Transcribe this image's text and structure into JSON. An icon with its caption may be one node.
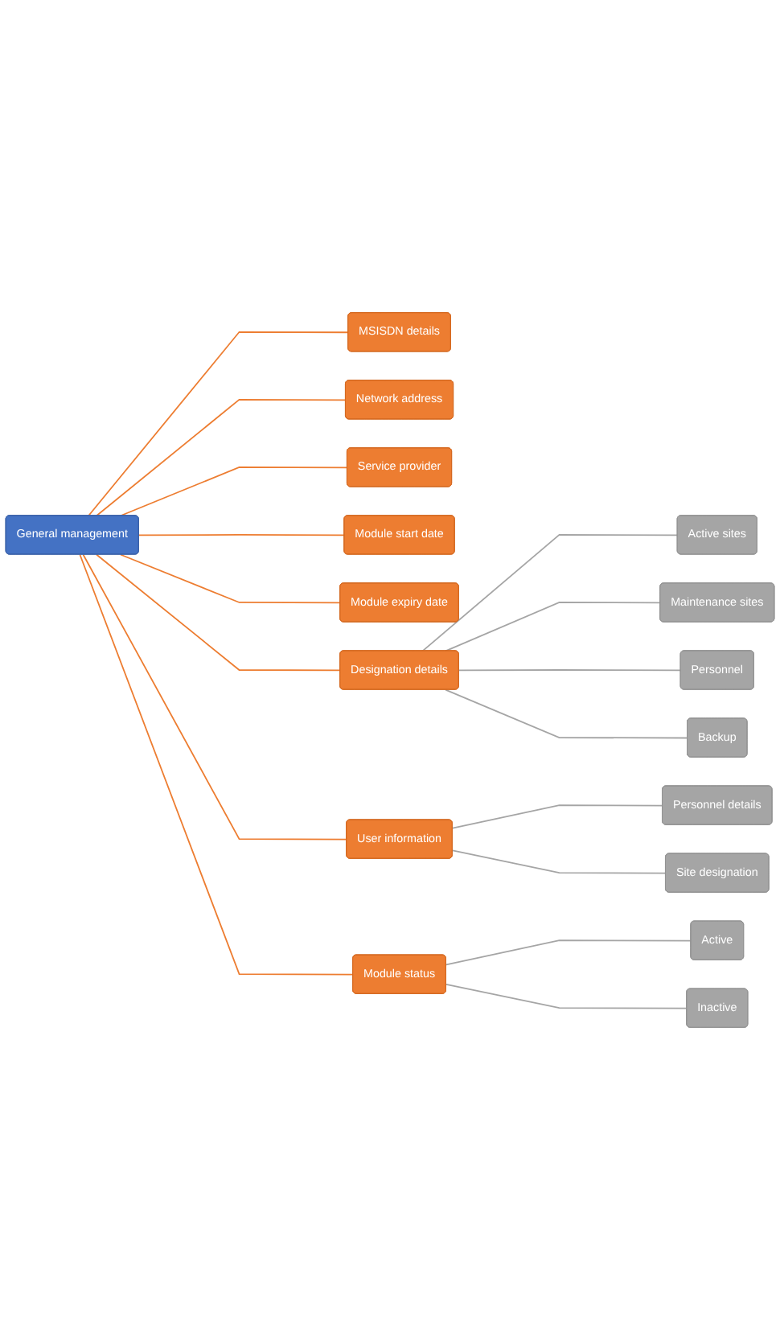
{
  "diagram": {
    "nodes": [
      {
        "text": [
          "General management"
        ]
      },
      {
        "text": [
          "MSISDN details"
        ]
      },
      {
        "text": [
          "Network address"
        ]
      },
      {
        "text": [
          "Service provider"
        ]
      },
      {
        "text": [
          "Module start date"
        ]
      },
      {
        "text": [
          "Module expiry date"
        ]
      },
      {
        "text": [
          "Designation details"
        ]
      },
      {
        "text": [
          "Active sites"
        ]
      },
      {
        "text": [
          "Maintenance sites"
        ]
      },
      {
        "text": [
          "Personnel"
        ]
      },
      {
        "text": [
          "Backup"
        ]
      },
      {
        "text": [
          "User information"
        ]
      },
      {
        "text": [
          "Personnel details"
        ]
      },
      {
        "text": [
          "Site designation"
        ]
      },
      {
        "text": [
          "Module status"
        ]
      },
      {
        "text": [
          "Active"
        ]
      },
      {
        "text": [
          "Inactive"
        ]
      }
    ],
    "edges": [
      {
        "from": 0,
        "to": 1,
        "arrow": "none",
        "color": "#ed7d31"
      },
      {
        "from": 0,
        "to": 2,
        "arrow": "none",
        "color": "#ed7d31"
      },
      {
        "from": 0,
        "to": 3,
        "arrow": "none",
        "color": "#ed7d31"
      },
      {
        "from": 0,
        "to": 4,
        "arrow": "none",
        "color": "#ed7d31"
      },
      {
        "from": 0,
        "to": 5,
        "arrow": "none",
        "color": "#ed7d31"
      },
      {
        "from": 0,
        "to": 6,
        "arrow": "none",
        "color": "#ed7d31"
      },
      {
        "from": 6,
        "to": 7,
        "arrow": "none",
        "color": "#a5a5a5"
      },
      {
        "from": 6,
        "to": 8,
        "arrow": "none",
        "color": "#a5a5a5"
      },
      {
        "from": 6,
        "to": 9,
        "arrow": "none",
        "color": "#a5a5a5"
      },
      {
        "from": 6,
        "to": 10,
        "arrow": "none",
        "color": "#a5a5a5"
      },
      {
        "from": 0,
        "to": 11,
        "arrow": "none",
        "color": "#ed7d31"
      },
      {
        "from": 11,
        "to": 12,
        "arrow": "none",
        "color": "#a5a5a5"
      },
      {
        "from": 11,
        "to": 13,
        "arrow": "none",
        "color": "#a5a5a5"
      },
      {
        "from": 0,
        "to": 14,
        "arrow": "none",
        "color": "#ed7d31"
      },
      {
        "from": 14,
        "to": 15,
        "arrow": "none",
        "color": "#a5a5a5"
      },
      {
        "from": 14,
        "to": 16,
        "arrow": "none",
        "color": "#a5a5a5"
      }
    ]
  }
}
